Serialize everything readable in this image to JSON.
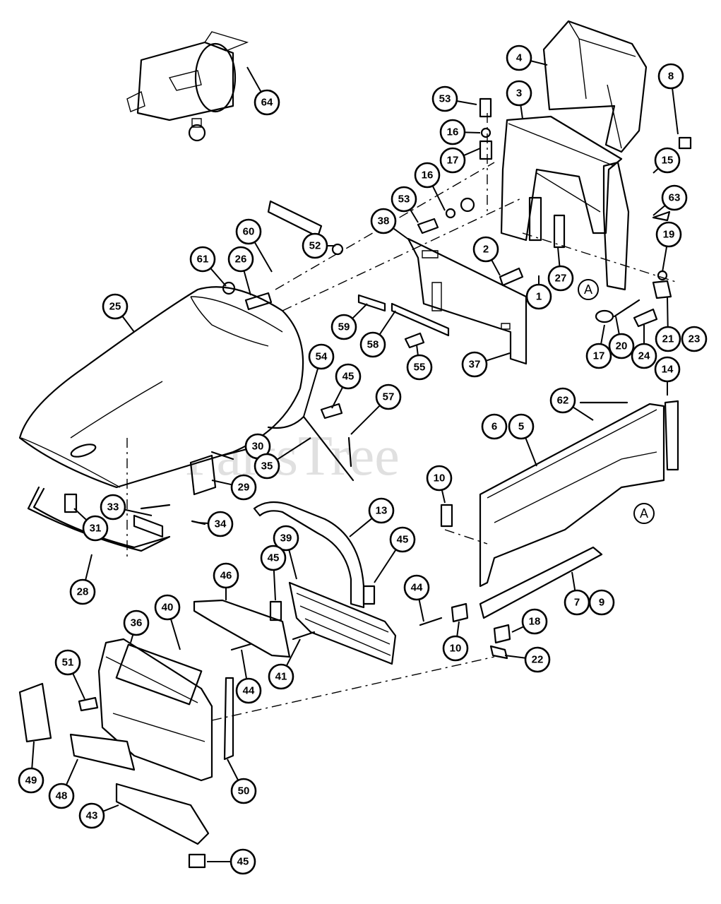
{
  "watermark": "PartsTree",
  "callouts": {
    "c64": "64",
    "c4": "4",
    "c8": "8",
    "c53a": "53",
    "c3": "3",
    "c16a": "16",
    "c17a": "17",
    "c15": "15",
    "c63": "63",
    "c16b": "16",
    "c53b": "53",
    "c38": "38",
    "c60": "60",
    "c52": "52",
    "c61": "61",
    "c26": "26",
    "c2": "2",
    "c19": "19",
    "c27": "27",
    "c1": "1",
    "c25": "25",
    "c59": "59",
    "c58": "58",
    "c37": "37",
    "c55": "55",
    "c17b": "17",
    "c20": "20",
    "c24": "24",
    "c21": "21",
    "c23": "23",
    "c14": "14",
    "c54": "54",
    "c45a": "45",
    "c57": "57",
    "c62": "62",
    "c6": "6",
    "c5": "5",
    "c30": "30",
    "c35": "35",
    "c29": "29",
    "c10a": "10",
    "c13": "13",
    "c33": "33",
    "c31": "31",
    "c34": "34",
    "c39": "39",
    "c45b": "45",
    "c28": "28",
    "c45c": "45",
    "c46": "46",
    "c44a": "44",
    "c7": "7",
    "c9": "9",
    "c36": "36",
    "c40": "40",
    "c18": "18",
    "c10b": "10",
    "c51": "51",
    "c44b": "44",
    "c41": "41",
    "c22": "22",
    "c49": "49",
    "c48": "48",
    "c50": "50",
    "c43": "43",
    "c45d": "45"
  },
  "refs": {
    "refA1": "A",
    "refA2": "A"
  }
}
